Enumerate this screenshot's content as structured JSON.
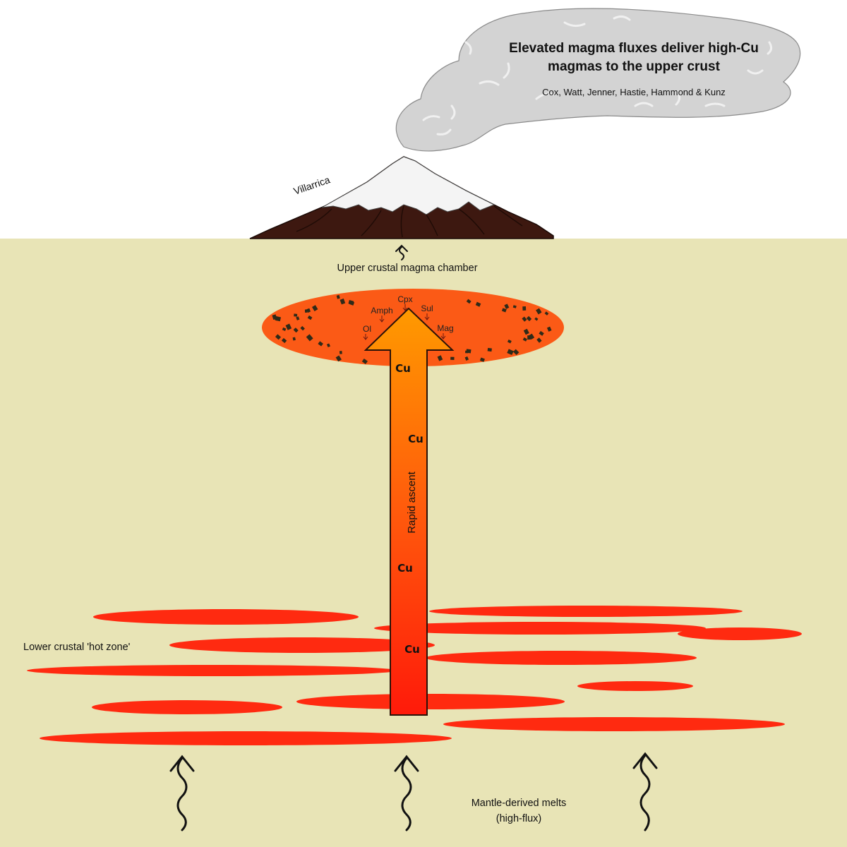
{
  "title": {
    "line1": "Elevated magma fluxes deliver high-Cu",
    "line2": "magmas to the upper crust"
  },
  "authors": "Cox, Watt, Jenner, Hastie, Hammond & Kunz",
  "volcano_label": "Villarrica",
  "chamber_label": "Upper crustal magma chamber",
  "minerals": {
    "cpx": "Cpx",
    "amph": "Amph",
    "sul": "Sul",
    "ol": "Ol",
    "mag": "Mag"
  },
  "arrow_label": "Rapid ascent",
  "cu_labels": [
    "Cu",
    "Cu",
    "Cu",
    "Cu"
  ],
  "hot_zone_label": "Lower crustal 'hot zone'",
  "mantle": {
    "line1": "Mantle-derived melts",
    "line2": "(high-flux)"
  },
  "colors": {
    "crust": "#e8e4b6",
    "sky": "#ffffff",
    "smoke": "#d3d3d3",
    "chamber": "#fb5a16",
    "sill": "#ff2a10",
    "arrow_top": "#ff9a00",
    "arrow_bottom": "#ff1a0a",
    "volcano": "#3d1810",
    "snow": "#f4f4f4"
  }
}
